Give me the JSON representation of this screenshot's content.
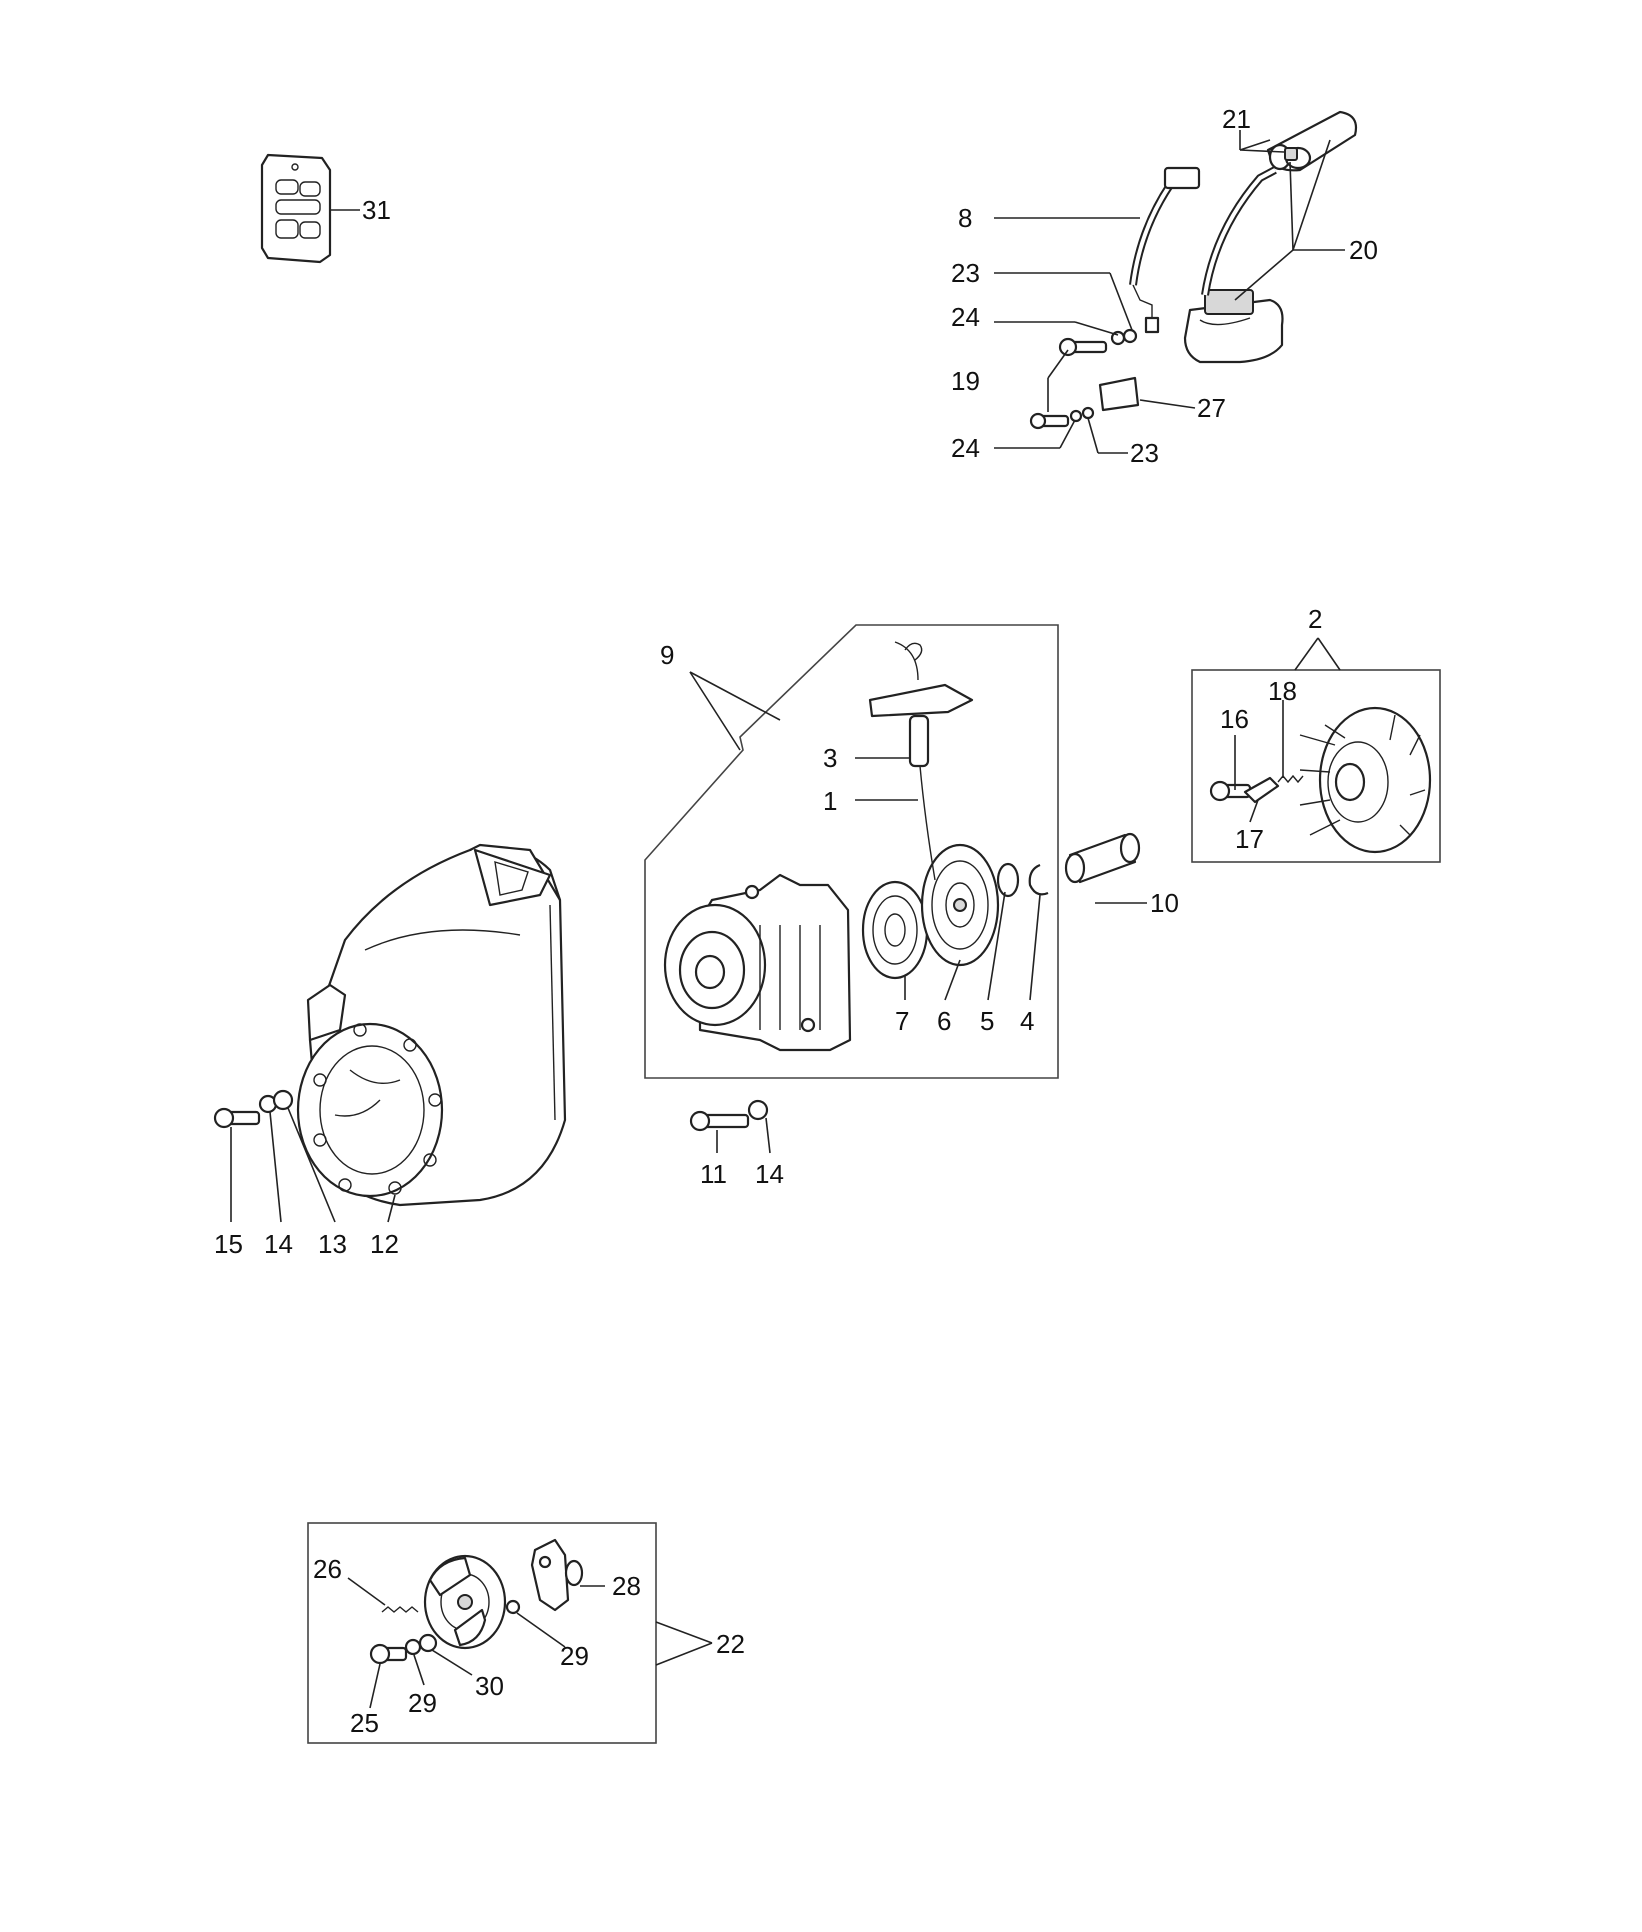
{
  "callouts": {
    "c1": "1",
    "c2": "2",
    "c3": "3",
    "c4": "4",
    "c5": "5",
    "c6": "6",
    "c7": "7",
    "c8": "8",
    "c9": "9",
    "c10": "10",
    "c11": "11",
    "c12": "12",
    "c13": "13",
    "c14a": "14",
    "c14b": "14",
    "c15": "15",
    "c16": "16",
    "c17": "17",
    "c18": "18",
    "c19": "19",
    "c20": "20",
    "c21": "21",
    "c22": "22",
    "c23a": "23",
    "c23b": "23",
    "c24a": "24",
    "c24b": "24",
    "c25": "25",
    "c26": "26",
    "c27": "27",
    "c28": "28",
    "c29a": "29",
    "c29b": "29",
    "c30": "30",
    "c31": "31"
  }
}
